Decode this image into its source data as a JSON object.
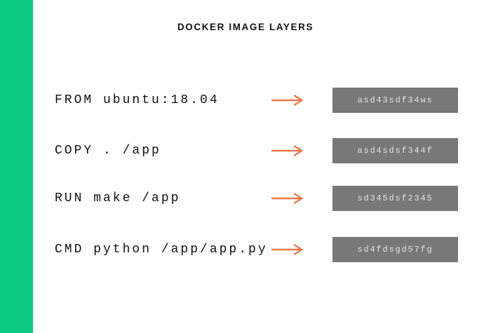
{
  "title": "DOCKER IMAGE LAYERS",
  "layers": [
    {
      "command": "FROM ubuntu:18.04",
      "hash": "asd43sdf34ws"
    },
    {
      "command": "COPY . /app",
      "hash": "asd4sdsf344f"
    },
    {
      "command": "RUN make /app",
      "hash": "sd345dsf2345"
    },
    {
      "command": "CMD python /app/app.py",
      "hash": "sd4fdsgd57fg"
    }
  ],
  "colors": {
    "green": "#0bca7e",
    "orange": "#f0784e",
    "box-gray": "#787878",
    "box-text": "#e3e3e3",
    "ink": "#111111"
  }
}
